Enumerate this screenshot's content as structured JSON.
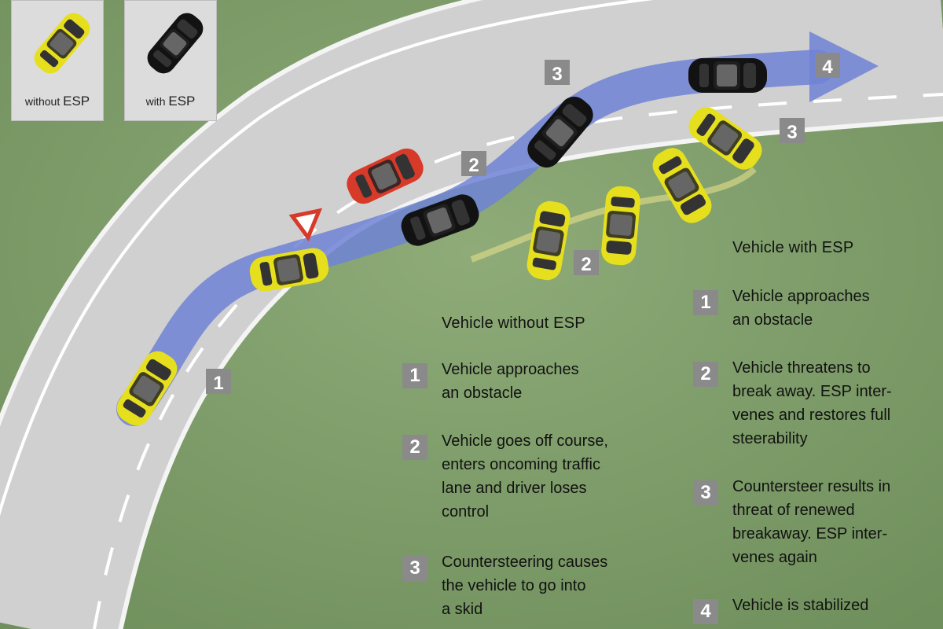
{
  "legend": {
    "without": {
      "prefix": "without",
      "suffix": "ESP",
      "car_color": "#e6df1e"
    },
    "with": {
      "prefix": "with",
      "suffix": "ESP",
      "car_color": "#111111"
    }
  },
  "path_markers": {
    "without_esp": [
      "1",
      "2",
      "3"
    ],
    "with_esp": [
      "2",
      "3",
      "4"
    ]
  },
  "colors": {
    "grass": "#7f9e6a",
    "road": "#d3d3d3",
    "path_arrow": "#6f82d6",
    "yellow_car": "#e6df1e",
    "black_car": "#121212",
    "red_car": "#d83a2a",
    "badge": "#8a8a8a"
  },
  "without_esp": {
    "heading": "Vehicle without ESP",
    "steps": [
      {
        "num": "1",
        "lines": [
          "Vehicle approaches",
          "an obstacle"
        ]
      },
      {
        "num": "2",
        "lines": [
          "Vehicle goes off course,",
          "enters oncoming traffic",
          "lane and driver loses",
          "control"
        ]
      },
      {
        "num": "3",
        "lines": [
          "Countersteering causes",
          "the vehicle to go into",
          "a skid"
        ]
      }
    ]
  },
  "with_esp": {
    "heading": "Vehicle with ESP",
    "steps": [
      {
        "num": "1",
        "lines": [
          "Vehicle approaches",
          "an obstacle"
        ]
      },
      {
        "num": "2",
        "lines": [
          "Vehicle threatens to",
          "break away. ESP inter-",
          "venes and restores full",
          "steerability"
        ]
      },
      {
        "num": "3",
        "lines": [
          "Countersteer results in",
          "threat of renewed",
          "breakaway. ESP inter-",
          "venes again"
        ]
      },
      {
        "num": "4",
        "lines": [
          "Vehicle is stabilized"
        ]
      }
    ]
  }
}
